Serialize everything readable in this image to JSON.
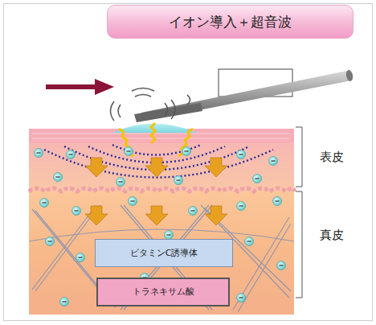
{
  "diagram": {
    "title": "イオン導入＋超音波",
    "nodes": [
      {
        "text": [
          "ビタミンC誘導体"
        ]
      },
      {
        "text": [
          "トラネキサム酸"
        ]
      }
    ],
    "labels": [
      "表皮",
      "真皮"
    ]
  }
}
